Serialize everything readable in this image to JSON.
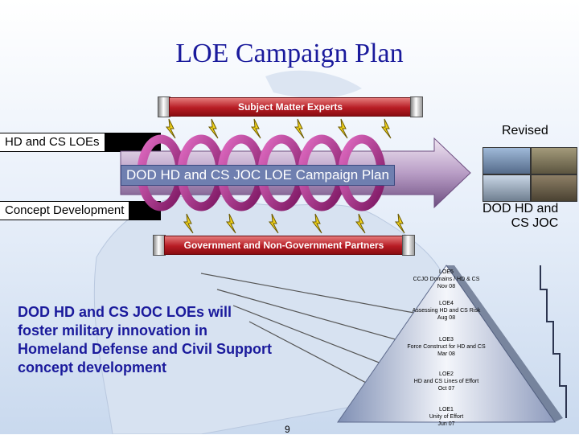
{
  "title": "LOE Campaign Plan",
  "top_bar": "Subject Matter Experts",
  "bottom_bar": "Government and Non-Government Partners",
  "left_top_label": "HD and CS LOEs",
  "left_bottom_label": "Concept Development",
  "arrow_label": "DOD HD and CS JOC LOE Campaign Plan",
  "revised_label": "Revised",
  "dod_joc_line1": "DOD HD and",
  "dod_joc_line2": "CS JOC",
  "main_text": "DOD HD and CS JOC LOEs will foster military innovation in Homeland Defense and Civil Support concept development",
  "page_number": "9",
  "colors": {
    "title": "#1a1a9c",
    "ribbon": "#b71c24",
    "coil": "#b2308a"
  },
  "loes": [
    {
      "name": "LOE5",
      "line1": "CCJO Domains / HD & CS",
      "line2": "Nov 08"
    },
    {
      "name": "LOE4",
      "line1": "Assessing HD and CS Risk",
      "line2": "Aug 08"
    },
    {
      "name": "LOE3",
      "line1": "Force Construct for HD and CS",
      "line2": "Mar 08"
    },
    {
      "name": "LOE2",
      "line1": "HD and CS Lines of Effort",
      "line2": "Oct 07"
    },
    {
      "name": "LOE1",
      "line1": "Unity of Effort",
      "line2": "Jun 07"
    }
  ]
}
